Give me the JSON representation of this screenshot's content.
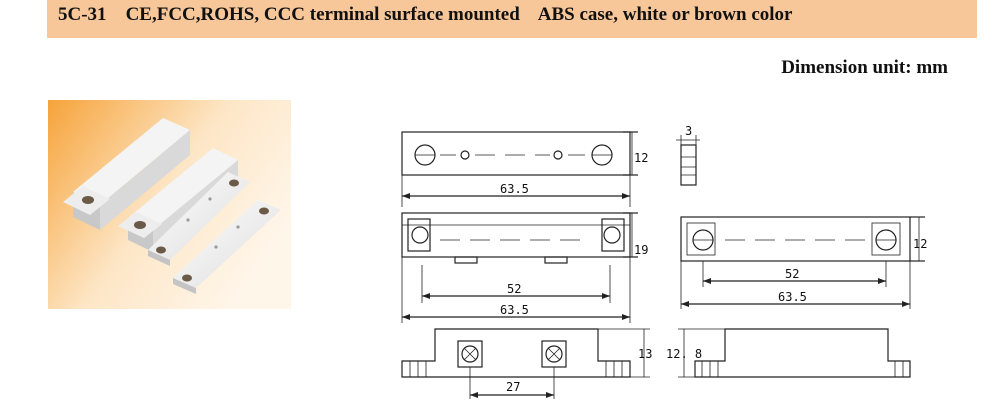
{
  "header": {
    "model": "5C-31",
    "certifications": "CE,FCC,ROHS, CCC terminal surface mounted",
    "case_info": "ABS case, white or brown color"
  },
  "unit_note": "Dimension unit: mm",
  "photo": {
    "subject": "white-magnetic-contact-pair"
  },
  "dimensions": {
    "top_width": "63.5",
    "top_height": "12",
    "side_thickness": "3",
    "front_height": "19",
    "front_inner": "52",
    "front_width": "63.5",
    "right_height": "12",
    "right_inner": "52",
    "right_width": "63.5",
    "bottom_height": "13",
    "bottom_inner": "27",
    "bottom_right_height": "12. 8"
  },
  "colors": {
    "header_bg": "#f7c79a",
    "line": "#222222"
  }
}
